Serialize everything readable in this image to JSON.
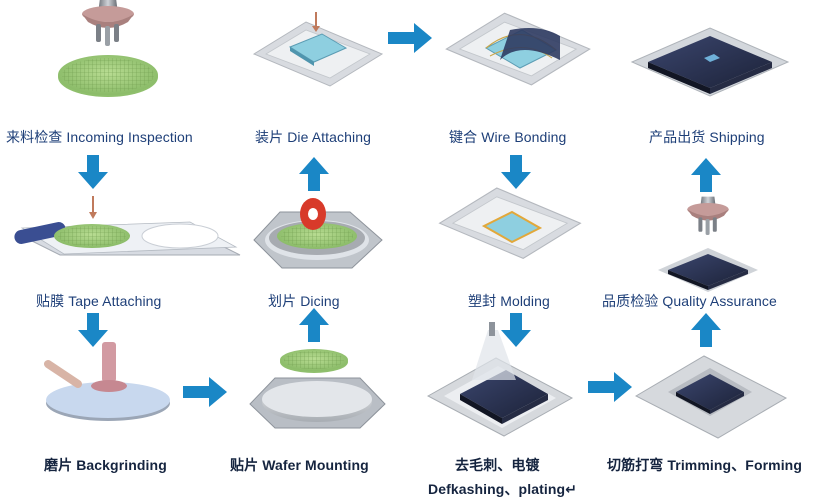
{
  "steps": [
    {
      "id": "incoming",
      "label": "来料检查 Incoming Inspection"
    },
    {
      "id": "tape",
      "label": "贴膜 Tape Attaching"
    },
    {
      "id": "backgrinding",
      "label": "磨片 Backgrinding"
    },
    {
      "id": "wafer_mounting",
      "label": "贴片 Wafer Mounting"
    },
    {
      "id": "dicing",
      "label": "划片 Dicing"
    },
    {
      "id": "die_attaching",
      "label": "装片 Die Attaching"
    },
    {
      "id": "wire_bonding",
      "label": "键合 Wire Bonding"
    },
    {
      "id": "molding",
      "label": "塑封 Molding"
    },
    {
      "id": "deflashing_cn",
      "label": "去毛刺、电镀"
    },
    {
      "id": "deflashing_en",
      "label": "Defkashing、plating↵"
    },
    {
      "id": "trimming",
      "label": "切筋打弯 Trimming、Forming"
    },
    {
      "id": "quality",
      "label": "品质检验 Quality Assurance"
    },
    {
      "id": "shipping",
      "label": "产品出货 Shipping"
    }
  ],
  "colors": {
    "arrow": "#1a87c6",
    "label_text": "#1e3f78",
    "wafer_green": "#9cc77a",
    "chip_dark": "#2b3350",
    "leadframe": "#d6d9dd",
    "tape_blue": "#3a4e92"
  },
  "icons": [
    "vacuum-pick-up-icon",
    "wafer-icon",
    "chip-icon",
    "dicing-blade-icon",
    "grinder-icon",
    "arrow-icon"
  ]
}
